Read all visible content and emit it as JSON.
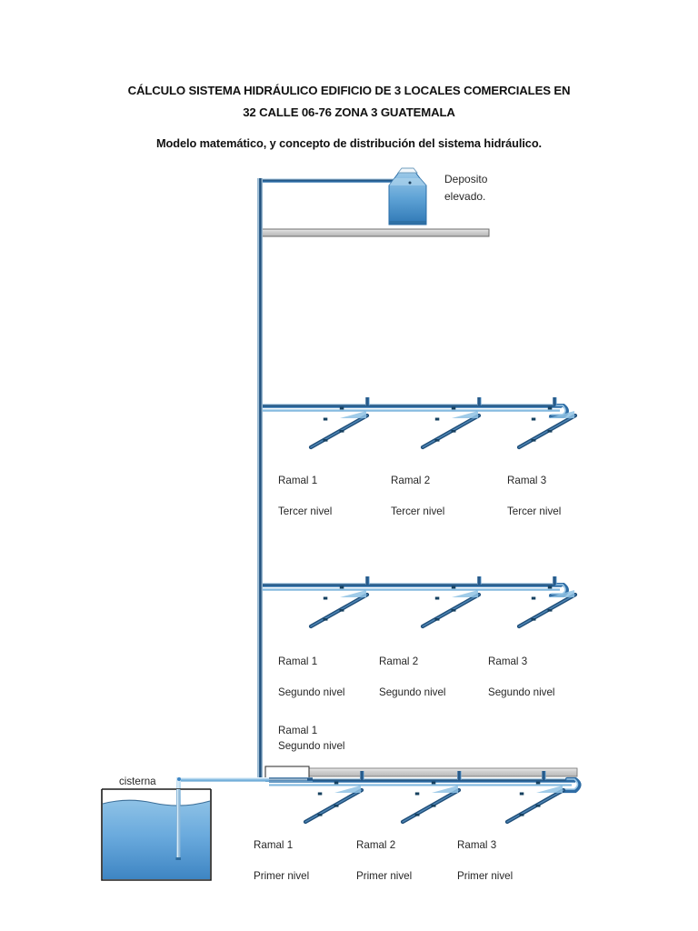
{
  "document": {
    "title_lines": [
      "CÁLCULO SISTEMA HIDRÁULICO EDIFICIO DE 3 LOCALES COMERCIALES EN",
      "32 CALLE 06-76 ZONA 3 GUATEMALA"
    ],
    "subtitle": "Modelo matemático, y concepto de distribución del sistema hidráulico."
  },
  "diagram": {
    "tank_label": "Deposito\nelevado.",
    "cistern_label": "cisterna",
    "riser_label": "Ramal 1\nSegundo nivel",
    "levels": [
      {
        "name": "tercer-nivel",
        "level_label": "Tercer nivel",
        "branches": [
          {
            "name": "Ramal 1",
            "sub": "Tercer nivel"
          },
          {
            "name": "Ramal 2",
            "sub": "Tercer nivel"
          },
          {
            "name": "Ramal 3",
            "sub": "Tercer nivel"
          }
        ]
      },
      {
        "name": "segundo-nivel",
        "level_label": "Segundo nivel",
        "branches": [
          {
            "name": "Ramal 1",
            "sub": "Segundo nivel"
          },
          {
            "name": "Ramal 2",
            "sub": "Segundo nivel"
          },
          {
            "name": "Ramal 3",
            "sub": "Segundo nivel"
          }
        ]
      },
      {
        "name": "primer-nivel",
        "level_label": "Primer nivel",
        "branches": [
          {
            "name": "Ramal 1",
            "sub": "Primer nivel"
          },
          {
            "name": "Ramal 2",
            "sub": "Primer nivel"
          },
          {
            "name": "Ramal 3",
            "sub": "Primer nivel"
          }
        ]
      }
    ],
    "colors": {
      "pipe_dark": "#1f4e79",
      "pipe_mid": "#2e6ca4",
      "pipe_light": "#9ec9e8",
      "water_top": "#7cb6e0",
      "water_bottom": "#3f86c4",
      "slab_fill": "#d9d9d9",
      "slab_stroke": "#595959",
      "outline": "#1a1a1a"
    }
  }
}
